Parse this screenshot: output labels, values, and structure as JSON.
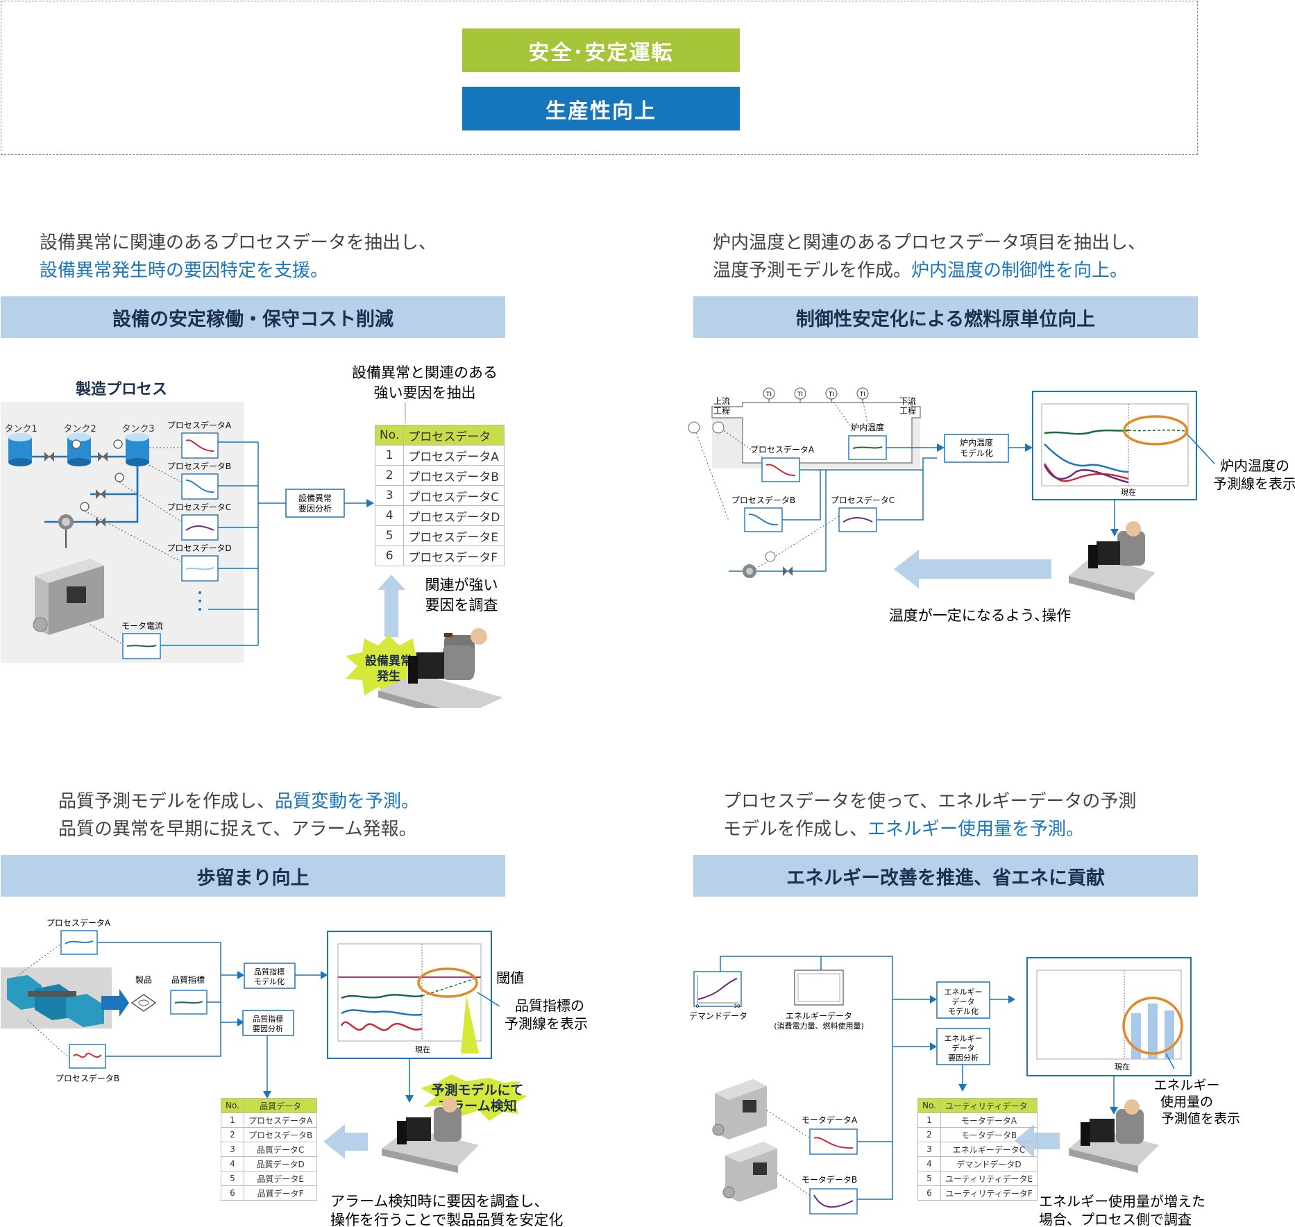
{
  "header": {
    "badge_top": "安全･安定運転",
    "badge_bottom": "生産性向上"
  },
  "q1": {
    "desc1": "設備異常に関連のあるプロセスデータを抽出し、",
    "desc2": "設備異常発生時の要因特定を支援。",
    "title": "設備の安定稼働・保守コスト削減",
    "process_title": "製造プロセス",
    "tanks": [
      "タンク1",
      "タンク2",
      "タンク3"
    ],
    "data_labels": [
      "プロセスデータA",
      "プロセスデータB",
      "プロセスデータC",
      "プロセスデータD"
    ],
    "motor_current": "モータ電流",
    "analysis_box": [
      "設備異常",
      "要因分析"
    ],
    "extract_note": [
      "設備異常と関連のある",
      "強い要因を抽出"
    ],
    "table_headers": [
      "No.",
      "プロセスデータ"
    ],
    "table_rows": [
      [
        "1",
        "プロセスデータA"
      ],
      [
        "2",
        "プロセスデータB"
      ],
      [
        "3",
        "プロセスデータC"
      ],
      [
        "4",
        "プロセスデータD"
      ],
      [
        "5",
        "プロセスデータE"
      ],
      [
        "6",
        "プロセスデータF"
      ]
    ],
    "investigate_note": [
      "関連が強い",
      "要因を調査"
    ],
    "burst": [
      "設備異常",
      "発生"
    ]
  },
  "q2": {
    "desc1": "炉内温度と関連のあるプロセスデータ項目を抽出し、",
    "desc2_plain": "温度予測モデルを作成。",
    "desc2_hl": "炉内温度の制御性を向上。",
    "title": "制御性安定化による燃料原単位向上",
    "upstream": [
      "上流",
      "工程"
    ],
    "downstream": [
      "下流",
      "工程"
    ],
    "ti": "TI",
    "furnace_temp": "炉内温度",
    "data_labels": [
      "プロセスデータA",
      "プロセスデータB",
      "プロセスデータC"
    ],
    "model_box": [
      "炉内温度",
      "モデル化"
    ],
    "now": "現在",
    "pred_note": [
      "炉内温度の",
      "予測線を表示"
    ],
    "operate_note": "温度が一定になるよう､操作"
  },
  "q3": {
    "desc1_plain": "品質予測モデルを作成し、",
    "desc1_hl": "品質変動を予測。",
    "desc2": "品質の異常を早期に捉えて、アラーム発報。",
    "title": "歩留まり向上",
    "data_a": "プロセスデータA",
    "data_b": "プロセスデータB",
    "product": "製品",
    "quality_index": "品質指標",
    "model_box": [
      "品質指標",
      "モデル化"
    ],
    "analysis_box": [
      "品質指標",
      "要因分析"
    ],
    "threshold": "閾値",
    "now": "現在",
    "pred_note": [
      "品質指標の",
      "予測線を表示"
    ],
    "burst": [
      "予測モデルにて",
      "アラーム検知"
    ],
    "table_headers": [
      "No.",
      "品質データ"
    ],
    "table_rows": [
      [
        "1",
        "プロセスデータA"
      ],
      [
        "2",
        "プロセスデータB"
      ],
      [
        "3",
        "品質データC"
      ],
      [
        "4",
        "品質データD"
      ],
      [
        "5",
        "品質データE"
      ],
      [
        "6",
        "品質データF"
      ]
    ],
    "bottom_note": [
      "アラーム検知時に要因を調査し、",
      "操作を行うことで製品品質を安定化"
    ]
  },
  "q4": {
    "desc1": "プロセスデータを使って、エネルギーデータの予測",
    "desc2_plain": "モデルを作成し、",
    "desc2_hl": "エネルギー使用量を予測。",
    "title": "エネルギー改善を推進、省エネに貢献",
    "demand": "デマンドデータ",
    "axis_min": "0",
    "axis_max": "30",
    "energy_data": [
      "エネルギーデータ",
      "(消費電力量、燃料使用量)"
    ],
    "model_box": [
      "エネルギー",
      "データ",
      "モデル化"
    ],
    "analysis_box": [
      "エネルギー",
      "データ",
      "要因分析"
    ],
    "motor_a": "モータデータA",
    "motor_b": "モータデータB",
    "now": "現在",
    "pred_note": [
      "エネルギー",
      "使用量の",
      "予測値を表示"
    ],
    "table_headers": [
      "No.",
      "ユーティリティデータ"
    ],
    "table_rows": [
      [
        "1",
        "モータデータA"
      ],
      [
        "2",
        "モータデータB"
      ],
      [
        "3",
        "エネルギーデータC"
      ],
      [
        "4",
        "デマンドデータD"
      ],
      [
        "5",
        "ユーティリティデータE"
      ],
      [
        "6",
        "ユーティリティデータF"
      ]
    ],
    "bottom_note": [
      "エネルギー使用量が増えた",
      "場合、プロセス側で調査"
    ]
  }
}
